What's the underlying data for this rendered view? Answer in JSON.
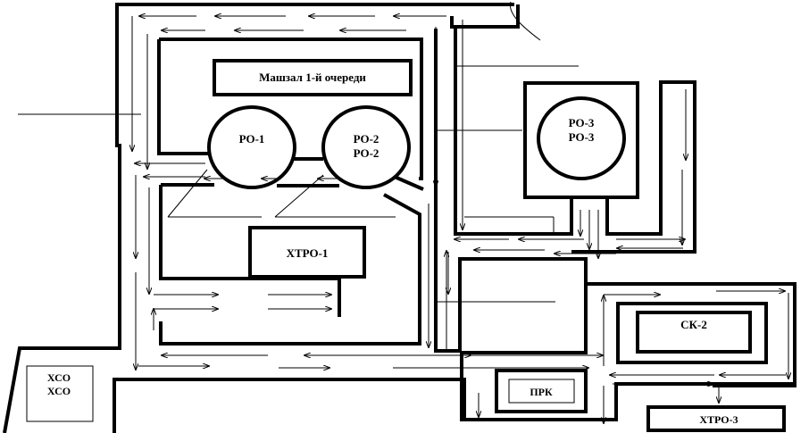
{
  "labels": {
    "queue": "Машзал 1-й очереди",
    "ro1": "РО-1",
    "ro2a": "РО-2",
    "ro2b": "РО-2",
    "ro3a": "РО-3",
    "ro3b": "РО-3",
    "htro1": "ХТРО-1",
    "sk2": "СК-2",
    "prk": "ПРК",
    "hso1": "ХСО",
    "hso2": "ХСО",
    "htro3": "ХТРО-3"
  }
}
